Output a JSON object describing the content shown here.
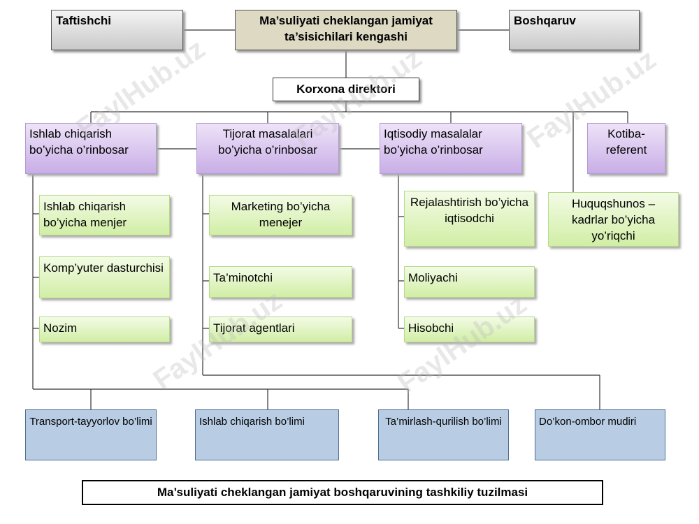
{
  "top": {
    "left": "Taftishchi",
    "center": "Ma’suliyati cheklangan jamiyat ta’sisichilari kengashi",
    "right": "Boshqaruv"
  },
  "director": "Korxona direktori",
  "deputies": {
    "production": "Ishlab chiqarish bo’yicha o’rinbosar",
    "commerce": "Tijorat masalalari bo’yicha o’rinbosar",
    "economy": "Iqtisodiy masalalar bo’yicha o’rinbosar",
    "secretary": "Kotiba-referent"
  },
  "production_staff": [
    "Ishlab chiqarish bo’yicha menjer",
    "Komp’yuter dasturchisi",
    "Nozim"
  ],
  "commerce_staff": [
    "Marketing bo’yicha menejer",
    "Ta’minotchi",
    "Tijorat agentlari"
  ],
  "economy_staff": [
    "Rejalashtirish bo’yicha iqtisodchi",
    "Moliyachi",
    "Hisobchi"
  ],
  "lawyer": "Huquqshunos – kadrlar bo’yicha yo’riqchi",
  "departments": [
    "Transport-tayyorlov bo’limi",
    "Ishlab chiqarish bo’limi",
    "Ta’mirlash-qurilish bo’limi",
    "Do’kon-ombor mudiri"
  ],
  "caption": "Ma’suliyati cheklangan jamiyat boshqaruvining tashkiliy tuzilmasi",
  "watermark": "FaylHub.uz",
  "colors": {
    "gray_box": "#c9c9c9",
    "council_box": "#ddd9c3",
    "deputy_box": "#c8aee6",
    "staff_box": "#d1eea5",
    "department_box": "#b8cce4"
  }
}
